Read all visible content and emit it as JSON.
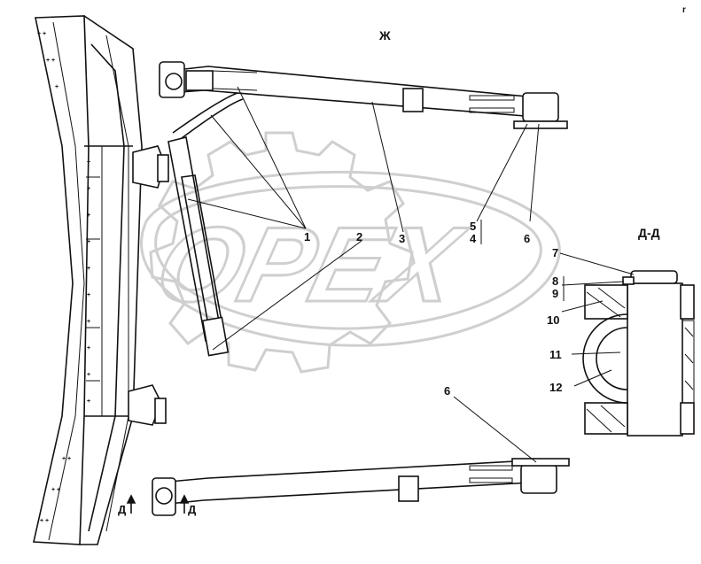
{
  "corner_mark": "r",
  "view_label": "Ж",
  "section_title": "Д-Д",
  "section_marks": [
    "Д",
    "Д"
  ],
  "callouts": {
    "c1": "1",
    "c2": "2",
    "c3": "3",
    "c5": "5",
    "c4": "4",
    "c6a": "6",
    "c6b": "6",
    "c7": "7",
    "c8": "8",
    "c9": "9",
    "c10": "10",
    "c11": "11",
    "c12": "12"
  },
  "watermark": "OPEX",
  "colors": {
    "line": "#111111",
    "watermark": "#cfcfcf",
    "background": "#ffffff"
  }
}
